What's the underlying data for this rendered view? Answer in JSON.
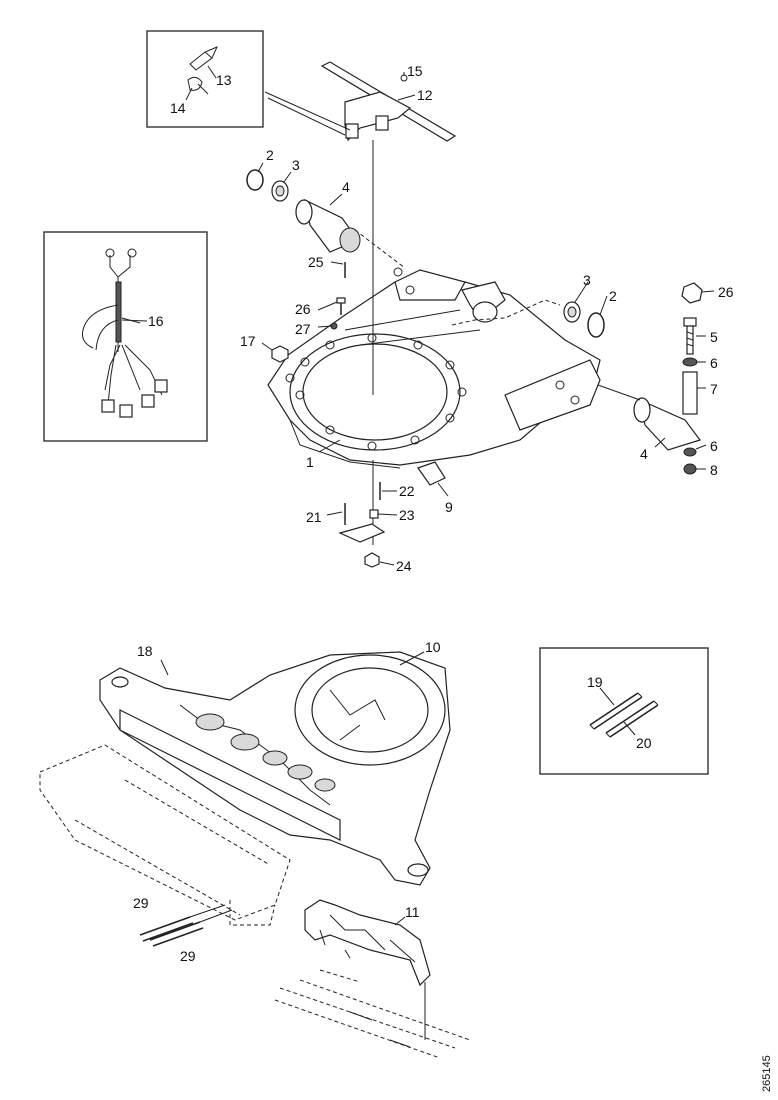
{
  "diagram": {
    "callouts": {
      "c1": "1",
      "c2a": "2",
      "c2b": "2",
      "c3a": "3",
      "c3b": "3",
      "c4a": "4",
      "c4b": "4",
      "c5": "5",
      "c6a": "6",
      "c6b": "6",
      "c7": "7",
      "c8": "8",
      "c9": "9",
      "c10": "10",
      "c11": "11",
      "c12": "12",
      "c13": "13",
      "c14": "14",
      "c15": "15",
      "c16": "16",
      "c17": "17",
      "c18": "18",
      "c19": "19",
      "c20": "20",
      "c21": "21",
      "c22": "22",
      "c23": "23",
      "c24": "24",
      "c25": "25",
      "c26a": "26",
      "c26b": "26",
      "c27": "27",
      "c29a": "29",
      "c29b": "29"
    },
    "document_id": "265145"
  }
}
